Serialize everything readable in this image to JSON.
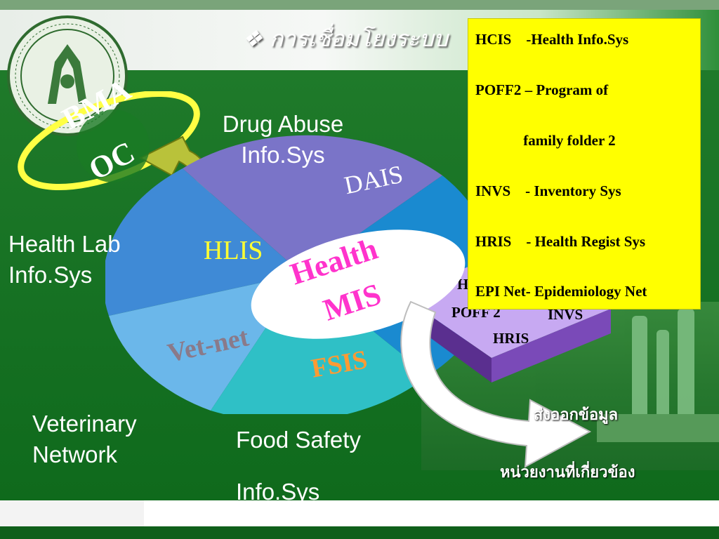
{
  "slide": {
    "title": "❖ การเชื่อมโยงระบบ",
    "colors": {
      "background_green": "#157022",
      "legend_yellow": "#ffff00",
      "mis_pink": "#ff33cc",
      "label_yellow": "#ffff33"
    }
  },
  "logo": {
    "name": "bangkok-seal-icon"
  },
  "bma": {
    "line1": "BMA",
    "line2": "OC"
  },
  "outer_labels": {
    "drug_abuse": [
      "Drug Abuse",
      "Info.Sys"
    ],
    "health_lab": [
      "Health Lab",
      "Info.Sys"
    ],
    "veterinary": [
      "Veterinary",
      "Network"
    ],
    "food_safety": [
      "Food Safety",
      "Info.Sys"
    ]
  },
  "pie": {
    "dais": "DAIS",
    "hlis": "HLIS",
    "vetnet": "Vet-net",
    "fsis": "FSIS",
    "center": [
      "Health",
      "MIS"
    ]
  },
  "purple_block": {
    "h": "H",
    "poff2": "POFF 2",
    "invs": "INVS",
    "hris": "HRIS"
  },
  "legend": [
    "HCIS    -Health Info.Sys",
    "POFF2 – Program of",
    "             family folder 2",
    "INVS    - Inventory Sys",
    "HRIS    - Health Regist Sys",
    "EPI Net- Epidemiology Net"
  ],
  "thai_notes": {
    "send_out": "ส่งออกข้อมูล",
    "related_units": "หน่วยงานที่เกี่ยวข้อง"
  }
}
